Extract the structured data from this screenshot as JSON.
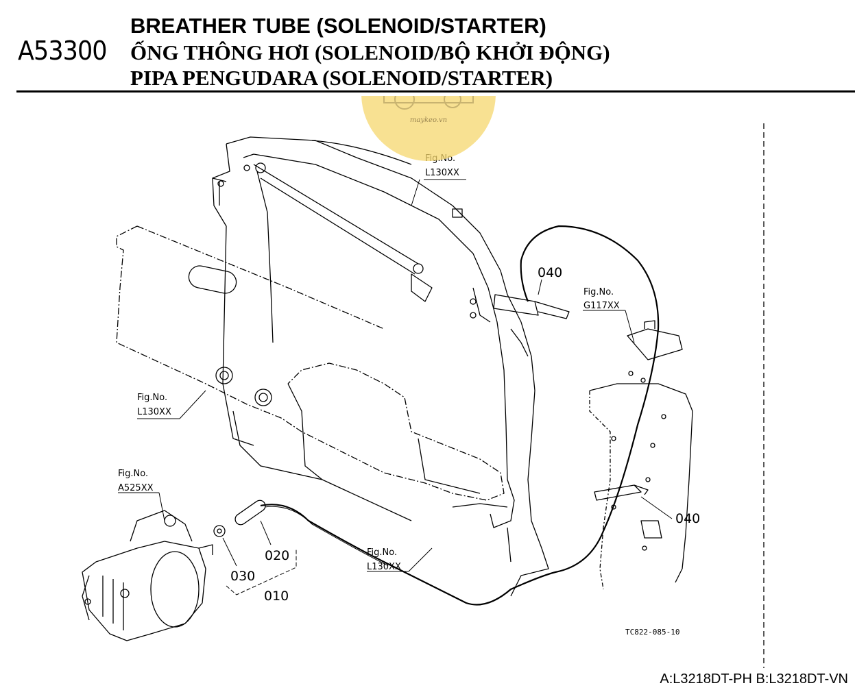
{
  "header": {
    "code": "A53300",
    "title_en": "BREATHER TUBE (SOLENOID/STARTER)",
    "title_vi": "ỐNG THÔNG HƠI (SOLENOID/BỘ KHỞI ĐỘNG)",
    "title_ms": "PIPA PENGUDARA (SOLENOID/STARTER)"
  },
  "watermark": {
    "text": "maykeo.vn",
    "color": "#f5d76e"
  },
  "figure_refs": [
    {
      "prefix": "Fig.No.",
      "code": "L130XX"
    },
    {
      "prefix": "Fig.No.",
      "code": "G117XX"
    },
    {
      "prefix": "Fig.No.",
      "code": "L130XX"
    },
    {
      "prefix": "Fig.No.",
      "code": "A525XX"
    },
    {
      "prefix": "Fig.No.",
      "code": "L130XX"
    }
  ],
  "parts": [
    "040",
    "040",
    "020",
    "030",
    "010"
  ],
  "drawing_ref": "TC822-085-10",
  "footer": {
    "models": "A:L3218DT-PH B:L3218DT-VN"
  }
}
